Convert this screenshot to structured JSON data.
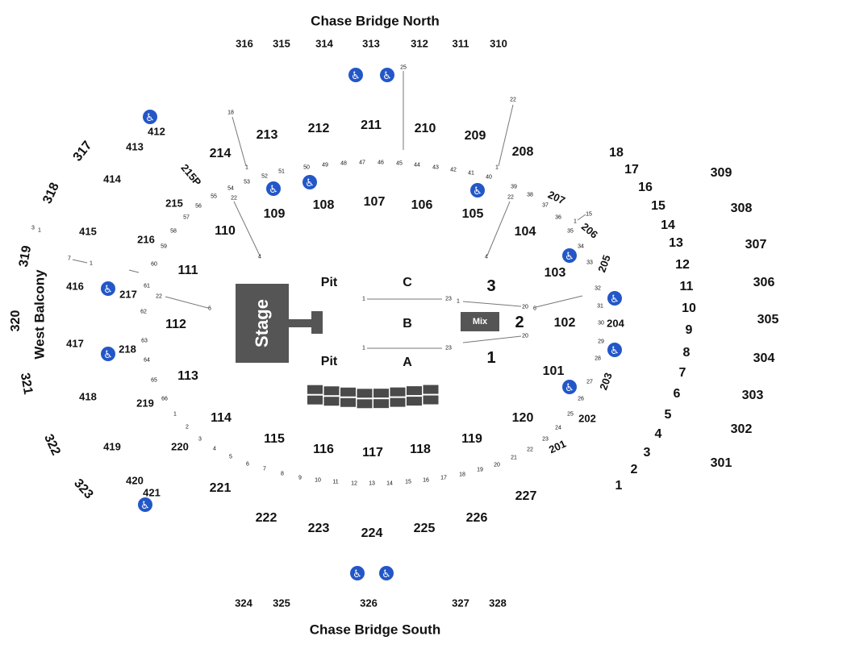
{
  "title_north": "Chase Bridge North",
  "title_south": "Chase Bridge South",
  "west_balcony": "West Balcony",
  "stage_label": "Stage",
  "mix_label": "Mix",
  "floor": {
    "pit_top": "Pit",
    "pit_bottom": "Pit",
    "c": "C",
    "b": "B",
    "a": "A",
    "one": "1",
    "two": "2",
    "three": "3"
  },
  "colors": {
    "stage": "#555555",
    "accessibility": "#2357c7",
    "line": "#777777"
  },
  "sections_300_north": [
    "316",
    "315",
    "314",
    "313",
    "312",
    "311",
    "310"
  ],
  "sections_300_south": [
    "324",
    "325",
    "326",
    "327",
    "328"
  ],
  "sections_300_east": [
    "309",
    "308",
    "307",
    "306",
    "305",
    "304",
    "303",
    "302",
    "301"
  ],
  "sections_300_west": [
    "317",
    "318",
    "319",
    "320",
    "321",
    "322",
    "323"
  ],
  "sections_400": [
    "412",
    "413",
    "414",
    "415",
    "416",
    "417",
    "418",
    "419",
    "420",
    "421"
  ],
  "sections_200": [
    "213",
    "212",
    "211",
    "210",
    "209",
    "208",
    "207",
    "206",
    "205",
    "204",
    "203",
    "202",
    "201",
    "227",
    "226",
    "225",
    "224",
    "223",
    "222",
    "221",
    "220",
    "219",
    "218",
    "217",
    "216",
    "215",
    "215P",
    "214"
  ],
  "sections_100": [
    "109",
    "108",
    "107",
    "106",
    "105",
    "104",
    "103",
    "102",
    "101",
    "120",
    "119",
    "118",
    "117",
    "116",
    "115",
    "114",
    "113",
    "112",
    "111",
    "110"
  ],
  "east_rows": [
    "18",
    "17",
    "16",
    "15",
    "14",
    "13",
    "12",
    "11",
    "10",
    "9",
    "8",
    "7",
    "6",
    "5",
    "4",
    "3",
    "2",
    "1"
  ],
  "row_numbers": {
    "top_arc": [
      "1",
      "53",
      "52",
      "51",
      "50",
      "49",
      "48",
      "47",
      "46",
      "45",
      "44",
      "43",
      "42",
      "41",
      "40",
      "1"
    ],
    "bottom_arc": [
      "1",
      "2",
      "3",
      "4",
      "5",
      "6",
      "7",
      "8",
      "9",
      "10",
      "11",
      "12",
      "13",
      "14",
      "15",
      "16",
      "17",
      "18",
      "19",
      "20",
      "21",
      "22",
      "23",
      "24",
      "25",
      "26",
      "27",
      "28",
      "29",
      "30",
      "31",
      "32",
      "33",
      "34",
      "35",
      "36",
      "37",
      "38",
      "39"
    ],
    "left_arc": [
      "54",
      "55",
      "56",
      "57",
      "58",
      "59",
      "60",
      "61",
      "62",
      "63",
      "64",
      "65",
      "66"
    ],
    "leaders": [
      "18",
      "25",
      "22",
      "22",
      "4",
      "4",
      "22",
      "22",
      "6",
      "6",
      "1",
      "23",
      "20",
      "1",
      "23",
      "20",
      "1",
      "15",
      "1",
      "3",
      "1",
      "7",
      "1"
    ]
  }
}
